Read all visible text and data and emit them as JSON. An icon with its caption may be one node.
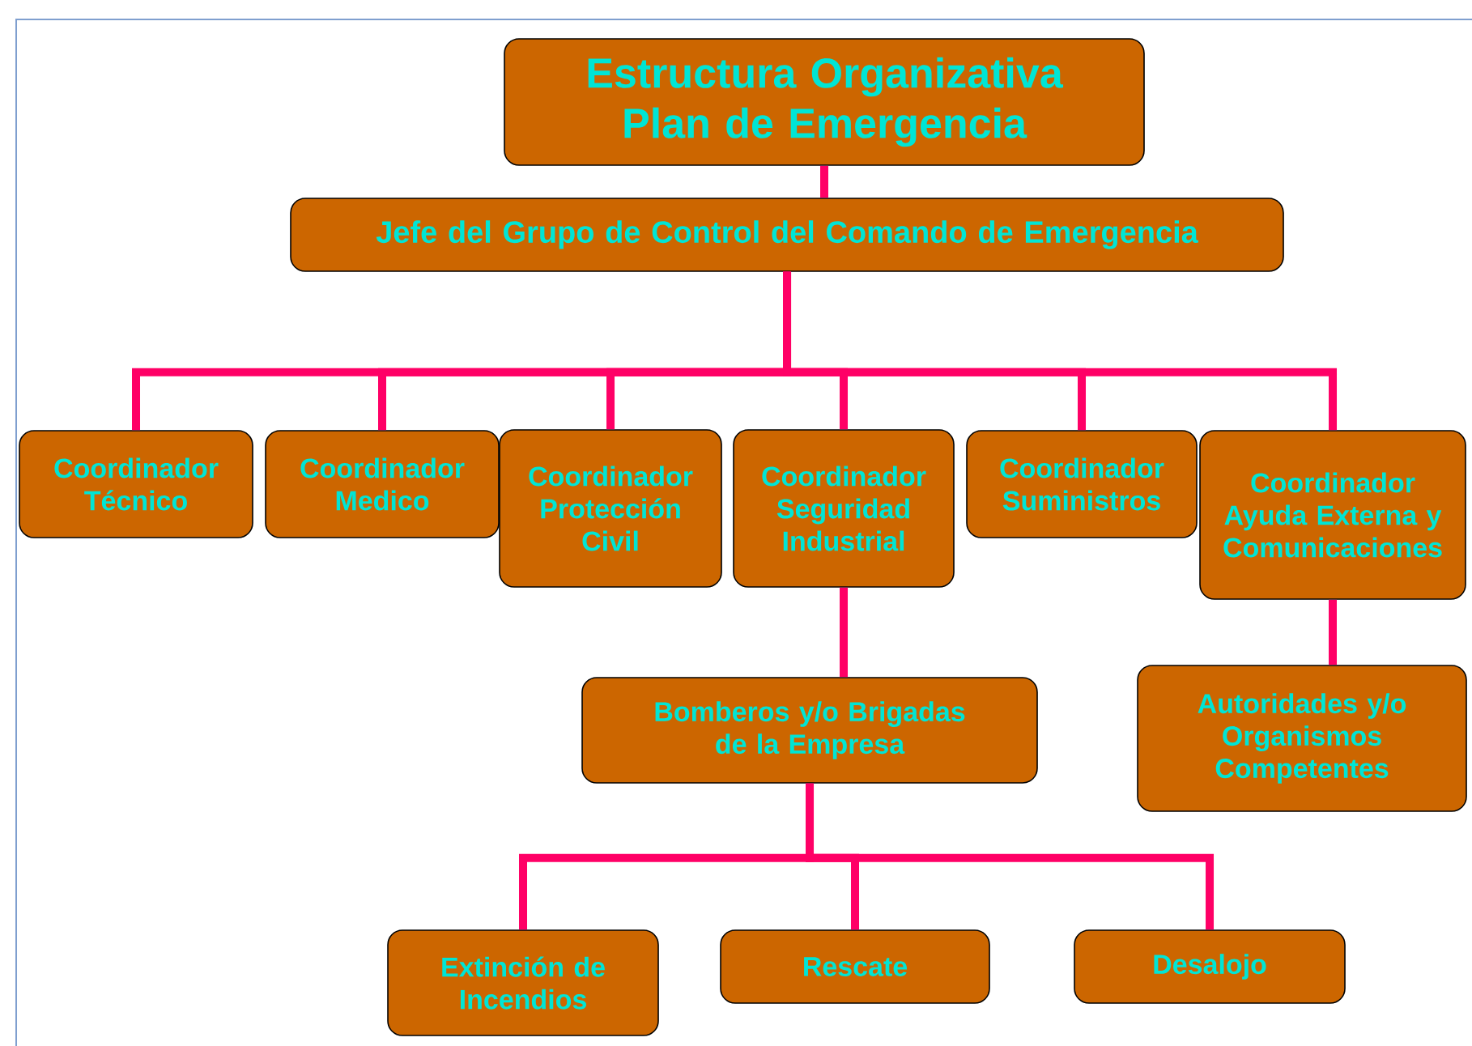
{
  "diagram": {
    "nodes": [
      {
        "text": [
          "Estructura Organizativa Plan de Emergencia"
        ]
      },
      {
        "text": [
          "Jefe del Grupo de Control del Comando de Emergencia"
        ]
      },
      {
        "text": [
          "Coordinador Técnico"
        ]
      },
      {
        "text": [
          "Coordinador Medico"
        ]
      },
      {
        "text": [
          "Coordinador Protección Civil"
        ]
      },
      {
        "text": [
          "Coordinador Seguridad Industrial"
        ]
      },
      {
        "text": [
          "Coordinador Suministros"
        ]
      },
      {
        "text": [
          "Coordinador Ayuda Externa y Comunicaciones"
        ]
      },
      {
        "text": [
          "Bomberos y/o Brigadas de la Empresa"
        ]
      },
      {
        "text": [
          "Autoridades y/o Organismos Competentes"
        ]
      },
      {
        "text": [
          "Extinción de Incendios"
        ]
      },
      {
        "text": [
          "Rescate"
        ]
      },
      {
        "text": [
          "Desalojo"
        ]
      }
    ],
    "edges": [
      {
        "from": 0,
        "to": 1,
        "arrow": "none"
      },
      {
        "from": 1,
        "to": 2,
        "arrow": "none"
      },
      {
        "from": 1,
        "to": 3,
        "arrow": "none"
      },
      {
        "from": 1,
        "to": 4,
        "arrow": "none"
      },
      {
        "from": 1,
        "to": 5,
        "arrow": "none"
      },
      {
        "from": 1,
        "to": 6,
        "arrow": "none"
      },
      {
        "from": 1,
        "to": 7,
        "arrow": "none"
      },
      {
        "from": 5,
        "to": 8,
        "arrow": "none"
      },
      {
        "from": 7,
        "to": 9,
        "arrow": "none"
      },
      {
        "from": 8,
        "to": 10,
        "arrow": "none"
      },
      {
        "from": 8,
        "to": 11,
        "arrow": "none"
      },
      {
        "from": 8,
        "to": 12,
        "arrow": "none"
      }
    ]
  }
}
